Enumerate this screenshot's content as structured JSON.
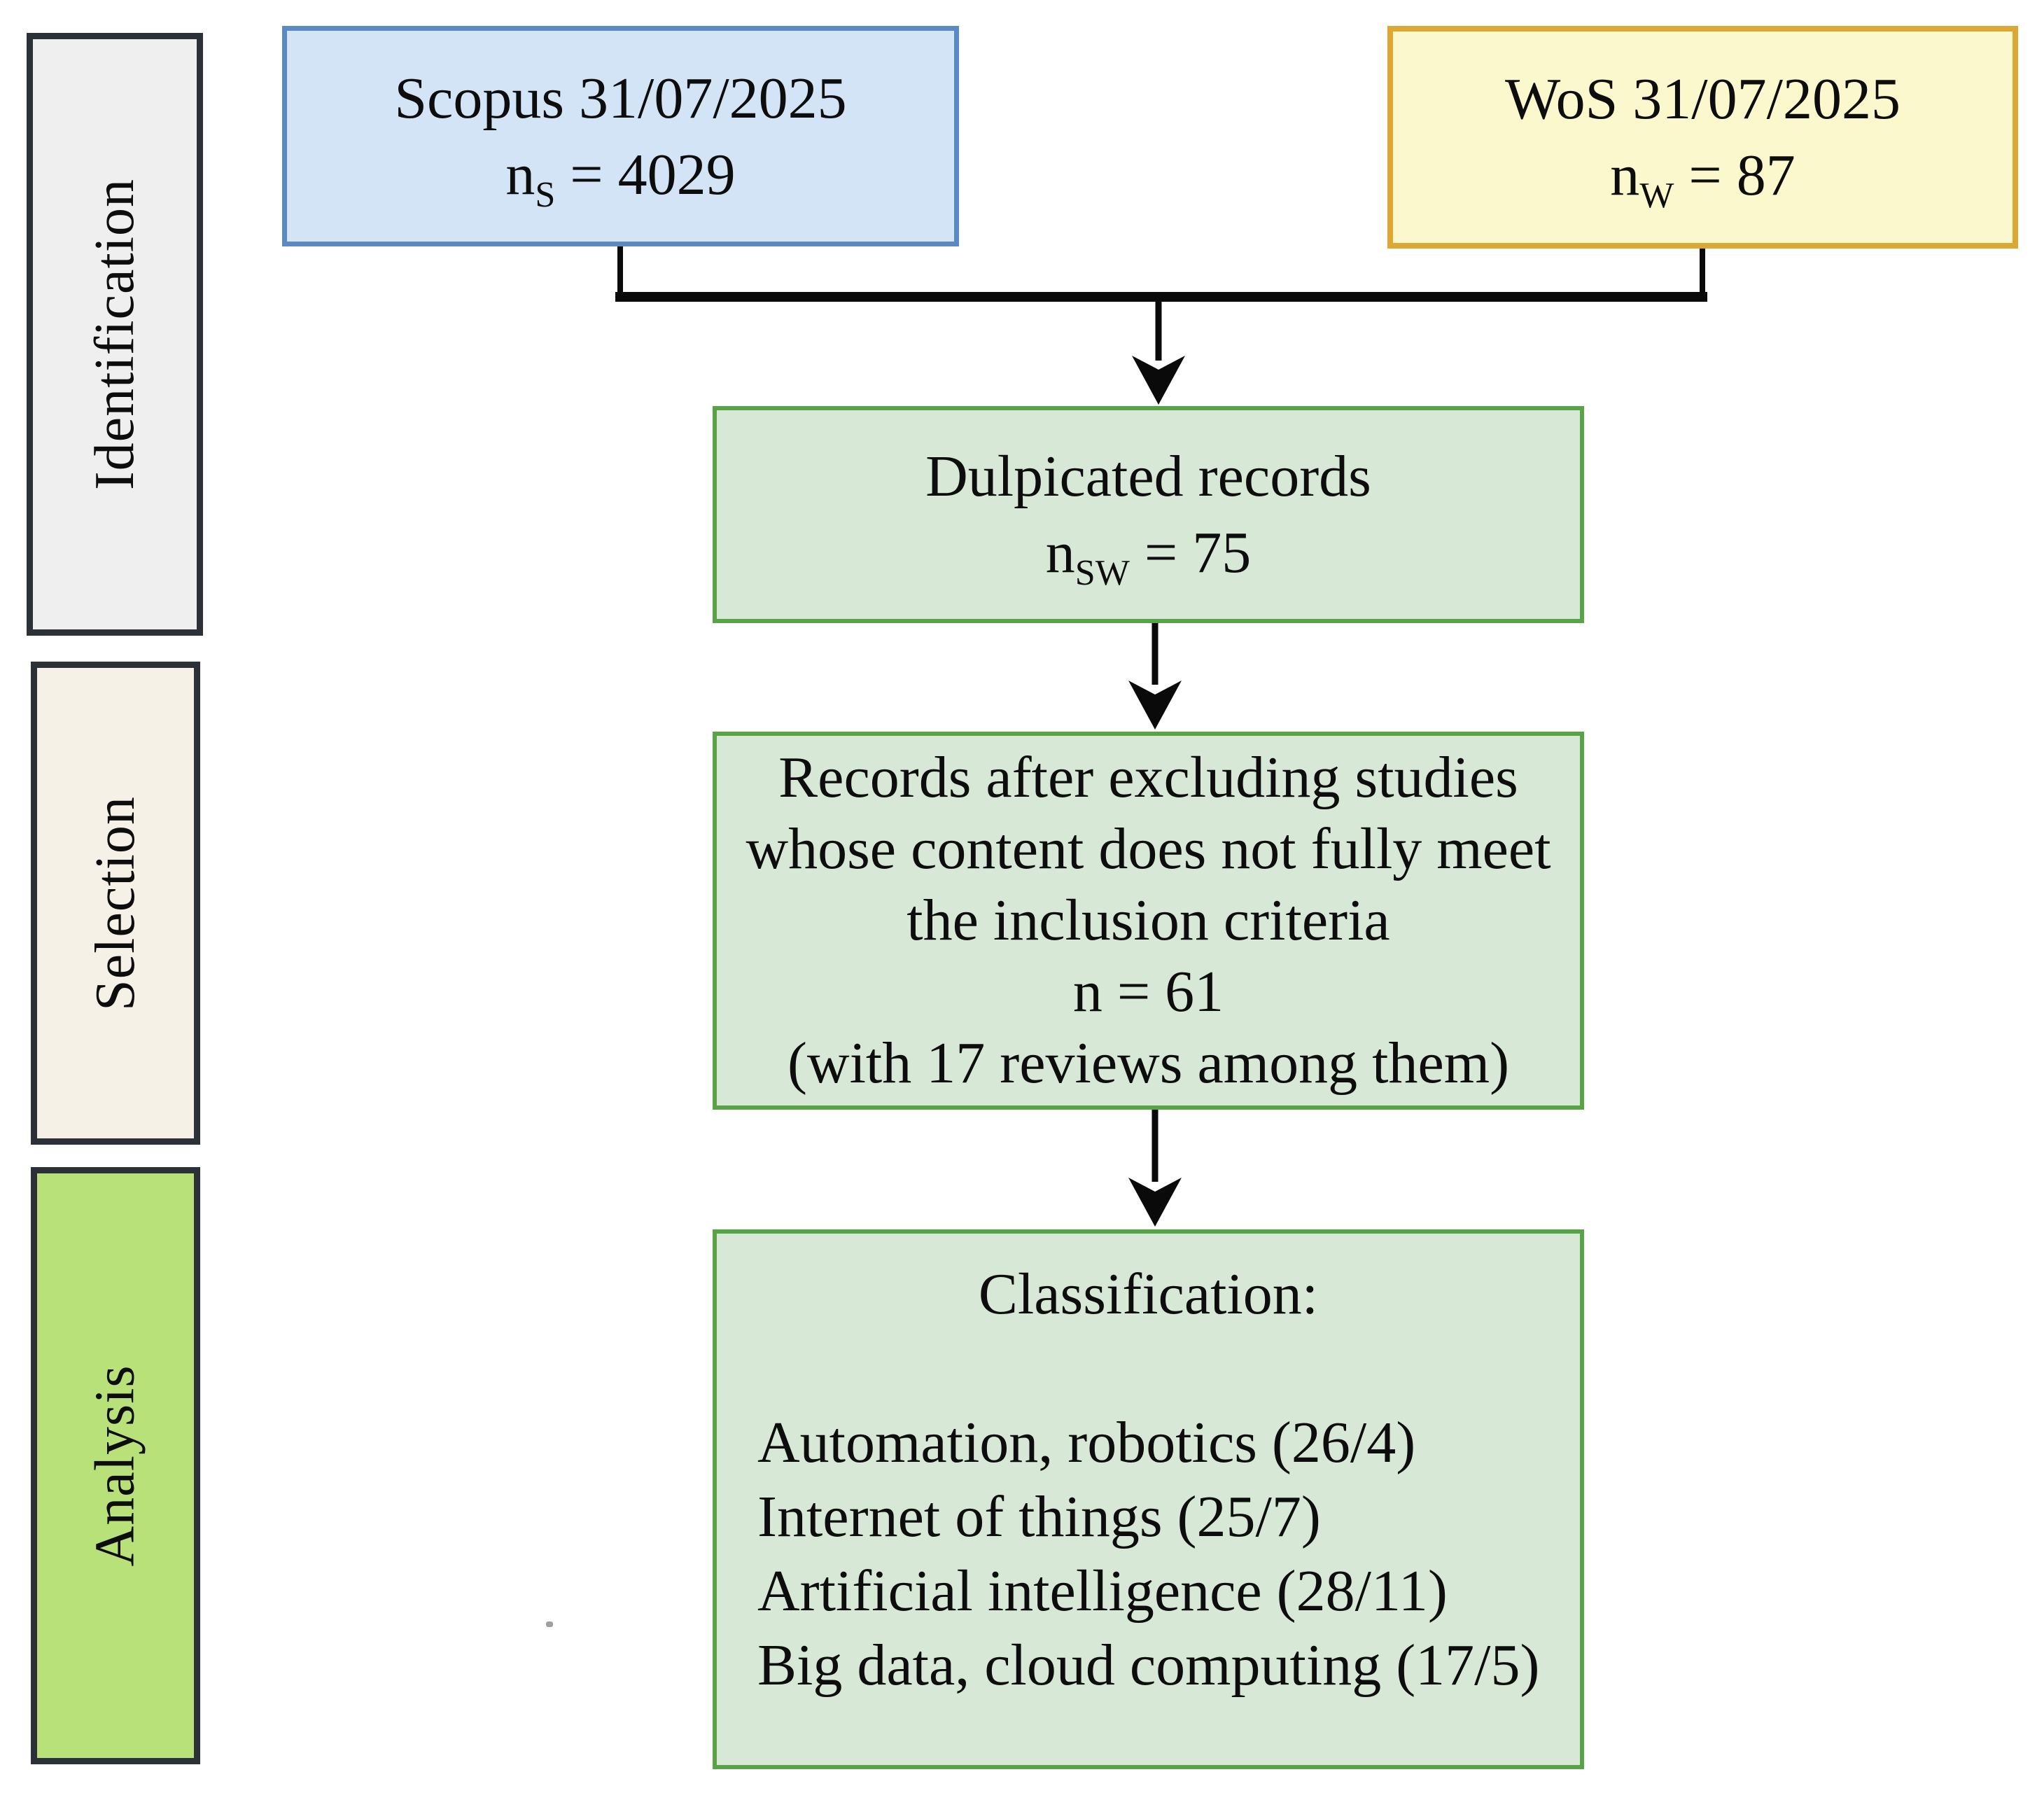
{
  "stages": [
    {
      "label": "Identification"
    },
    {
      "label": "Selection"
    },
    {
      "label": "Analysis"
    }
  ],
  "sources": {
    "scopus": {
      "title": "Scopus 31/07/2025",
      "n_base": "n",
      "n_sub": "S",
      "n_rest": " = 4029"
    },
    "wos": {
      "title": "WoS 31/07/2025",
      "n_base": "n",
      "n_sub": "W",
      "n_rest": " = 87"
    }
  },
  "duplicates_box": {
    "title": "Dulpicated records",
    "n_base": "n",
    "n_sub": "SW",
    "n_rest": " = 75"
  },
  "selection_box": {
    "lines": [
      "Records after excluding studies",
      "whose content does not fully meet",
      "the inclusion criteria",
      "n = 61",
      "(with 17 reviews among them)"
    ]
  },
  "analysis_box": {
    "title": "Classification:",
    "items": [
      "Automation, robotics (26/4)",
      "Internet of things (25/7)",
      "Artificial intelligence (28/11)",
      "Big data, cloud computing (17/5)"
    ]
  },
  "colors": {
    "scopus_fill": "#d3e4f6",
    "scopus_border": "#5a8ac5",
    "wos_fill": "#fcf8cd",
    "wos_border": "#dda733",
    "process_fill": "#d7e9d6",
    "process_border": "#57a345",
    "stage_border": "#2c3138",
    "identification_fill": "#efefef",
    "selection_fill": "#f6f1e6",
    "analysis_fill": "#b9e17a",
    "line_color": "#0a0a0a",
    "text_color": "#0d0d0d"
  }
}
